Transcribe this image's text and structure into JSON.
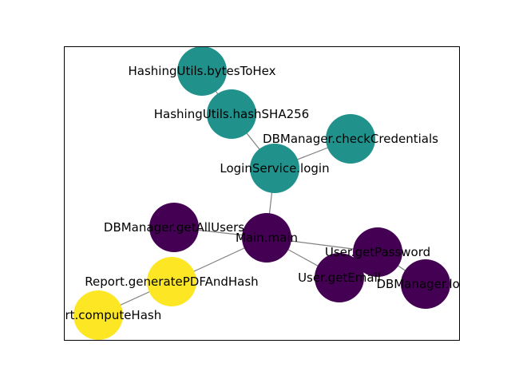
{
  "graph": {
    "edges": [
      [
        "HashingUtils.bytesToHex",
        "HashingUtils.hashSHA256"
      ],
      [
        "HashingUtils.hashSHA256",
        "LoginService.login"
      ],
      [
        "DBManager.checkCredentials",
        "LoginService.login"
      ],
      [
        "LoginService.login",
        "Main.main"
      ],
      [
        "DBManager.getAllUsers",
        "Main.main"
      ],
      [
        "Main.main",
        "User.getPassword"
      ],
      [
        "Main.main",
        "User.getEmail"
      ],
      [
        "Main.main",
        "Report.generatePDFAndHash"
      ],
      [
        "User.getPassword",
        "DBManager.load"
      ],
      [
        "Report.generatePDFAndHash",
        "Report.computeHash"
      ]
    ],
    "nodes": [
      {
        "id": "HashingUtils.bytesToHex",
        "label": "HashingUtils.bytesToHex",
        "color": "#21918c"
      },
      {
        "id": "HashingUtils.hashSHA256",
        "label": "HashingUtils.hashSHA256",
        "color": "#21918c"
      },
      {
        "id": "DBManager.checkCredentials",
        "label": "DBManager.checkCredentials",
        "color": "#21918c"
      },
      {
        "id": "LoginService.login",
        "label": "LoginService.login",
        "color": "#21918c"
      },
      {
        "id": "DBManager.getAllUsers",
        "label": "DBManager.getAllUsers",
        "color": "#440154"
      },
      {
        "id": "Main.main",
        "label": "Main.main",
        "color": "#440154"
      },
      {
        "id": "User.getPassword",
        "label": "User.getPassword",
        "color": "#440154"
      },
      {
        "id": "User.getEmail",
        "label": "User.getEmail",
        "color": "#440154"
      },
      {
        "id": "DBManager.load",
        "label": "DBManager.load",
        "color": "#440154"
      },
      {
        "id": "Report.generatePDFAndHash",
        "label": "Report.generatePDFAndHash",
        "color": "#fde725"
      },
      {
        "id": "Report.computeHash",
        "label": "Report.computeHash",
        "color": "#fde725"
      }
    ]
  },
  "colors": {
    "edge": "#808080",
    "frame": "#000000"
  }
}
